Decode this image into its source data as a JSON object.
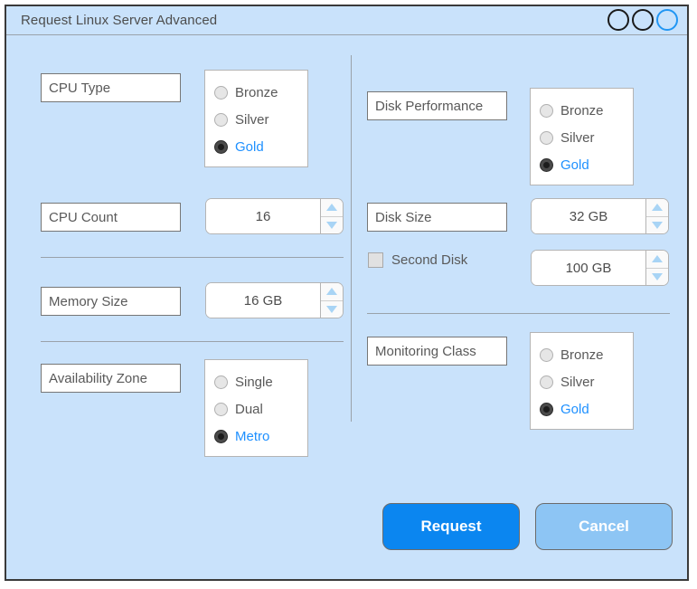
{
  "window": {
    "title": "Request Linux Server Advanced",
    "buttons": [
      {
        "name": "minimize",
        "style": "dark"
      },
      {
        "name": "maximize",
        "style": "dark"
      },
      {
        "name": "close",
        "style": "blue"
      }
    ]
  },
  "left_column": {
    "cpu_type": {
      "label": "CPU Type",
      "options": [
        {
          "label": "Bronze",
          "selected": false
        },
        {
          "label": "Silver",
          "selected": false
        },
        {
          "label": "Gold",
          "selected": true
        }
      ]
    },
    "cpu_count": {
      "label": "CPU Count",
      "value": "16"
    },
    "memory_size": {
      "label": "Memory Size",
      "value": "16 GB"
    },
    "availability_zone": {
      "label": "Availability Zone",
      "options": [
        {
          "label": "Single",
          "selected": false
        },
        {
          "label": "Dual",
          "selected": false
        },
        {
          "label": "Metro",
          "selected": true
        }
      ]
    }
  },
  "right_column": {
    "disk_performance": {
      "label": "Disk Performance",
      "options": [
        {
          "label": "Bronze",
          "selected": false
        },
        {
          "label": "Silver",
          "selected": false
        },
        {
          "label": "Gold",
          "selected": true
        }
      ]
    },
    "disk_size": {
      "label": "Disk Size",
      "value": "32 GB"
    },
    "second_disk": {
      "label": "Second Disk",
      "checked": false,
      "value": "100 GB"
    },
    "monitoring_class": {
      "label": "Monitoring Class",
      "options": [
        {
          "label": "Bronze",
          "selected": false
        },
        {
          "label": "Silver",
          "selected": false
        },
        {
          "label": "Gold",
          "selected": true
        }
      ]
    }
  },
  "footer": {
    "request_label": "Request",
    "cancel_label": "Cancel"
  },
  "colors": {
    "dialog_background": "#c9e2fb",
    "primary_button": "#0b86f0",
    "secondary_button": "#8dc5f4",
    "selected_text": "#1e90ff",
    "label_text": "#595959",
    "divider": "#9aa2aa"
  }
}
